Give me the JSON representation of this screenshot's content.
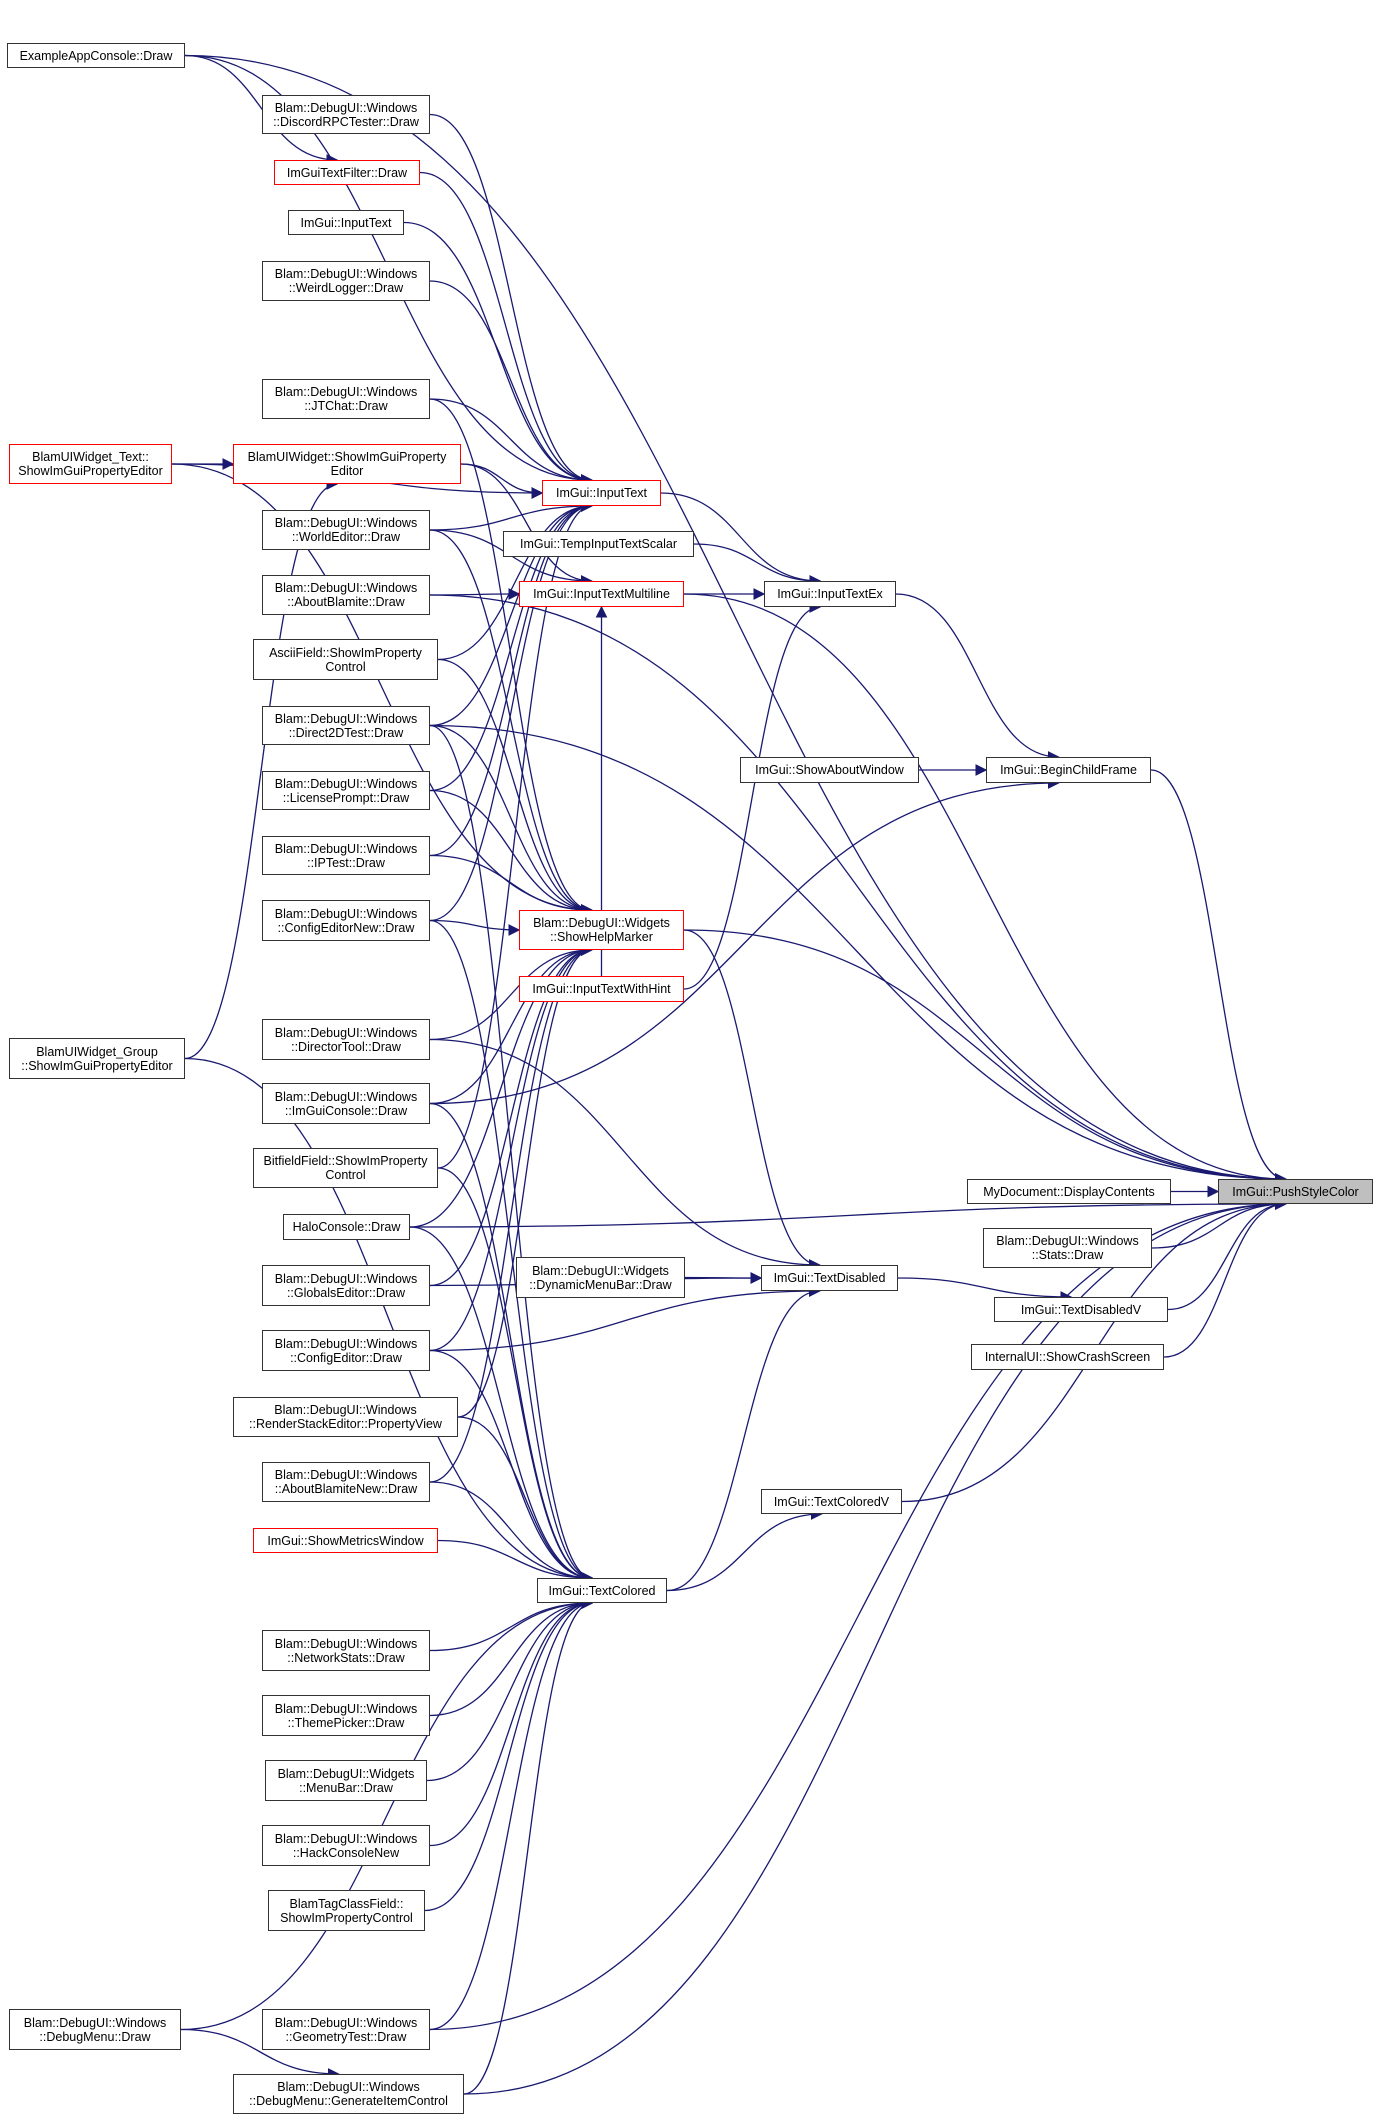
{
  "title": "Caller graph of ImGui::PushStyleColor",
  "colors": {
    "edge": "#191970",
    "node_border": "#333333",
    "truncated_border": "#ff0000",
    "root_fill": "#bfbfbf"
  },
  "nodes": [
    {
      "id": "root",
      "label": "ImGui::PushStyleColor",
      "kind": "root"
    },
    {
      "id": "exampleapp",
      "label": "ExampleAppConsole::Draw",
      "kind": "normal"
    },
    {
      "id": "discord",
      "label": "Blam::DebugUI::Windows\n::DiscordRPCTester::Draw",
      "kind": "normal"
    },
    {
      "id": "textfilter",
      "label": "ImGuiTextFilter::Draw",
      "kind": "truncated"
    },
    {
      "id": "inputtext_l",
      "label": "ImGui::InputText",
      "kind": "normal"
    },
    {
      "id": "weird",
      "label": "Blam::DebugUI::Windows\n::WeirdLogger::Draw",
      "kind": "normal"
    },
    {
      "id": "jtchat",
      "label": "Blam::DebugUI::Windows\n::JTChat::Draw",
      "kind": "normal"
    },
    {
      "id": "widget_text",
      "label": "BlamUIWidget_Text::\nShowImGuiPropertyEditor",
      "kind": "truncated"
    },
    {
      "id": "widget_prop",
      "label": "BlamUIWidget::ShowImGuiProperty\nEditor",
      "kind": "truncated"
    },
    {
      "id": "inputtext",
      "label": "ImGui::InputText",
      "kind": "truncated"
    },
    {
      "id": "world",
      "label": "Blam::DebugUI::Windows\n::WorldEditor::Draw",
      "kind": "normal"
    },
    {
      "id": "tempinput",
      "label": "ImGui::TempInputTextScalar",
      "kind": "normal"
    },
    {
      "id": "aboutblamite",
      "label": "Blam::DebugUI::Windows\n::AboutBlamite::Draw",
      "kind": "normal"
    },
    {
      "id": "multiline",
      "label": "ImGui::InputTextMultiline",
      "kind": "truncated"
    },
    {
      "id": "inputtextex",
      "label": "ImGui::InputTextEx",
      "kind": "normal"
    },
    {
      "id": "ascii",
      "label": "AsciiField::ShowImProperty\nControl",
      "kind": "normal"
    },
    {
      "id": "d2d",
      "label": "Blam::DebugUI::Windows\n::Direct2DTest::Draw",
      "kind": "normal"
    },
    {
      "id": "aboutwin",
      "label": "ImGui::ShowAboutWindow",
      "kind": "normal"
    },
    {
      "id": "childframe",
      "label": "ImGui::BeginChildFrame",
      "kind": "normal"
    },
    {
      "id": "license",
      "label": "Blam::DebugUI::Windows\n::LicensePrompt::Draw",
      "kind": "normal"
    },
    {
      "id": "iptest",
      "label": "Blam::DebugUI::Windows\n::IPTest::Draw",
      "kind": "normal"
    },
    {
      "id": "cfgnew",
      "label": "Blam::DebugUI::Windows\n::ConfigEditorNew::Draw",
      "kind": "normal"
    },
    {
      "id": "helpmarker",
      "label": "Blam::DebugUI::Widgets\n::ShowHelpMarker",
      "kind": "truncated"
    },
    {
      "id": "withhint",
      "label": "ImGui::InputTextWithHint",
      "kind": "truncated"
    },
    {
      "id": "group",
      "label": "BlamUIWidget_Group\n::ShowImGuiPropertyEditor",
      "kind": "normal"
    },
    {
      "id": "director",
      "label": "Blam::DebugUI::Windows\n::DirectorTool::Draw",
      "kind": "normal"
    },
    {
      "id": "imguiconsole",
      "label": "Blam::DebugUI::Windows\n::ImGuiConsole::Draw",
      "kind": "normal"
    },
    {
      "id": "bitfield",
      "label": "BitfieldField::ShowImProperty\nControl",
      "kind": "normal"
    },
    {
      "id": "mydoc",
      "label": "MyDocument::DisplayContents",
      "kind": "normal"
    },
    {
      "id": "halo",
      "label": "HaloConsole::Draw",
      "kind": "normal"
    },
    {
      "id": "stats",
      "label": "Blam::DebugUI::Windows\n::Stats::Draw",
      "kind": "normal"
    },
    {
      "id": "dynmenu",
      "label": "Blam::DebugUI::Widgets\n::DynamicMenuBar::Draw",
      "kind": "normal"
    },
    {
      "id": "textdisabled",
      "label": "ImGui::TextDisabled",
      "kind": "normal"
    },
    {
      "id": "globals",
      "label": "Blam::DebugUI::Windows\n::GlobalsEditor::Draw",
      "kind": "normal"
    },
    {
      "id": "textdisabledv",
      "label": "ImGui::TextDisabledV",
      "kind": "normal"
    },
    {
      "id": "crash",
      "label": "InternalUI::ShowCrashScreen",
      "kind": "normal"
    },
    {
      "id": "cfg",
      "label": "Blam::DebugUI::Windows\n::ConfigEditor::Draw",
      "kind": "normal"
    },
    {
      "id": "renderstack",
      "label": "Blam::DebugUI::Windows\n::RenderStackEditor::PropertyView",
      "kind": "normal"
    },
    {
      "id": "aboutnew",
      "label": "Blam::DebugUI::Windows\n::AboutBlamiteNew::Draw",
      "kind": "normal"
    },
    {
      "id": "textcoloredv",
      "label": "ImGui::TextColoredV",
      "kind": "normal"
    },
    {
      "id": "metrics",
      "label": "ImGui::ShowMetricsWindow",
      "kind": "truncated"
    },
    {
      "id": "textcolored",
      "label": "ImGui::TextColored",
      "kind": "normal"
    },
    {
      "id": "netstats",
      "label": "Blam::DebugUI::Windows\n::NetworkStats::Draw",
      "kind": "normal"
    },
    {
      "id": "theme",
      "label": "Blam::DebugUI::Windows\n::ThemePicker::Draw",
      "kind": "normal"
    },
    {
      "id": "menubar",
      "label": "Blam::DebugUI::Widgets\n::MenuBar::Draw",
      "kind": "normal"
    },
    {
      "id": "hack",
      "label": "Blam::DebugUI::Windows\n::HackConsoleNew",
      "kind": "normal"
    },
    {
      "id": "tagclass",
      "label": "BlamTagClassField::\nShowImPropertyControl",
      "kind": "normal"
    },
    {
      "id": "debugmenu",
      "label": "Blam::DebugUI::Windows\n::DebugMenu::Draw",
      "kind": "normal"
    },
    {
      "id": "geometry",
      "label": "Blam::DebugUI::Windows\n::GeometryTest::Draw",
      "kind": "normal"
    },
    {
      "id": "genitem",
      "label": "Blam::DebugUI::Windows\n::DebugMenu::GenerateItemControl",
      "kind": "normal"
    }
  ],
  "edges": [
    [
      "exampleapp",
      "root"
    ],
    [
      "exampleapp",
      "inputtext"
    ],
    [
      "exampleapp",
      "textfilter"
    ],
    [
      "discord",
      "inputtext"
    ],
    [
      "textfilter",
      "inputtext"
    ],
    [
      "inputtext_l",
      "inputtext"
    ],
    [
      "weird",
      "inputtext"
    ],
    [
      "jtchat",
      "inputtext"
    ],
    [
      "jtchat",
      "helpmarker"
    ],
    [
      "widget_text",
      "widget_prop"
    ],
    [
      "widget_text",
      "inputtext"
    ],
    [
      "widget_text",
      "helpmarker"
    ],
    [
      "widget_prop",
      "inputtext"
    ],
    [
      "widget_prop",
      "multiline"
    ],
    [
      "world",
      "inputtext"
    ],
    [
      "world",
      "multiline"
    ],
    [
      "world",
      "helpmarker"
    ],
    [
      "aboutblamite",
      "multiline"
    ],
    [
      "aboutblamite",
      "root"
    ],
    [
      "ascii",
      "inputtext"
    ],
    [
      "ascii",
      "helpmarker"
    ],
    [
      "d2d",
      "inputtext"
    ],
    [
      "d2d",
      "helpmarker"
    ],
    [
      "d2d",
      "textcolored"
    ],
    [
      "license",
      "inputtext"
    ],
    [
      "license",
      "helpmarker"
    ],
    [
      "iptest",
      "inputtext"
    ],
    [
      "iptest",
      "helpmarker"
    ],
    [
      "cfgnew",
      "inputtext"
    ],
    [
      "cfgnew",
      "helpmarker"
    ],
    [
      "cfgnew",
      "textcolored"
    ],
    [
      "group",
      "widget_prop"
    ],
    [
      "group",
      "textcolored"
    ],
    [
      "director",
      "helpmarker"
    ],
    [
      "director",
      "textdisabled"
    ],
    [
      "imguiconsole",
      "helpmarker"
    ],
    [
      "imguiconsole",
      "childframe"
    ],
    [
      "imguiconsole",
      "textcolored"
    ],
    [
      "bitfield",
      "inputtext"
    ],
    [
      "bitfield",
      "textcolored"
    ],
    [
      "halo",
      "root"
    ],
    [
      "halo",
      "helpmarker"
    ],
    [
      "halo",
      "textcolored"
    ],
    [
      "globals",
      "textdisabled"
    ],
    [
      "globals",
      "helpmarker"
    ],
    [
      "cfg",
      "textdisabled"
    ],
    [
      "cfg",
      "helpmarker"
    ],
    [
      "cfg",
      "textcolored"
    ],
    [
      "renderstack",
      "helpmarker"
    ],
    [
      "renderstack",
      "textcolored"
    ],
    [
      "aboutnew",
      "helpmarker"
    ],
    [
      "aboutnew",
      "textcolored"
    ],
    [
      "metrics",
      "textcolored"
    ],
    [
      "netstats",
      "textcolored"
    ],
    [
      "theme",
      "textcolored"
    ],
    [
      "menubar",
      "textcolored"
    ],
    [
      "hack",
      "textcolored"
    ],
    [
      "tagclass",
      "textcolored"
    ],
    [
      "debugmenu",
      "genitem"
    ],
    [
      "debugmenu",
      "textcolored"
    ],
    [
      "geometry",
      "textcolored"
    ],
    [
      "geometry",
      "root"
    ],
    [
      "genitem",
      "textcolored"
    ],
    [
      "genitem",
      "root"
    ],
    [
      "inputtext",
      "inputtextex"
    ],
    [
      "tempinput",
      "inputtextex"
    ],
    [
      "multiline",
      "inputtextex"
    ],
    [
      "withhint",
      "inputtextex"
    ],
    [
      "multiline",
      "root"
    ],
    [
      "d2d",
      "root"
    ],
    [
      "helpmarker",
      "textdisabled"
    ],
    [
      "helpmarker",
      "root"
    ],
    [
      "dynmenu",
      "textdisabled"
    ],
    [
      "textdisabled",
      "textdisabledv"
    ],
    [
      "textcolored",
      "textdisabled"
    ],
    [
      "textcolored",
      "textcoloredv"
    ],
    [
      "textcoloredv",
      "root"
    ],
    [
      "inputtextex",
      "childframe"
    ],
    [
      "aboutwin",
      "childframe"
    ],
    [
      "childframe",
      "root"
    ],
    [
      "mydoc",
      "root"
    ],
    [
      "stats",
      "root"
    ],
    [
      "textdisabledv",
      "root"
    ],
    [
      "crash",
      "root"
    ],
    [
      "withhint",
      "multiline"
    ]
  ]
}
